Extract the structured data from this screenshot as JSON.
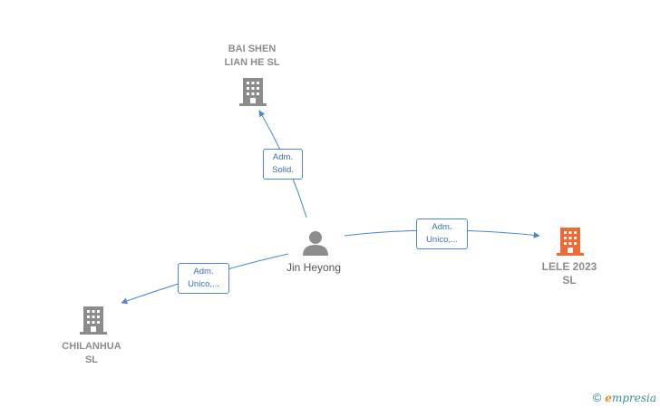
{
  "colors": {
    "edge": "#4a86d4",
    "building": "#8c8c8c",
    "highlight": "#f06a35",
    "person": "#8c8c8c"
  },
  "nodes": {
    "bai_shen": {
      "label": "BAI SHEN\nLIAN HE  SL",
      "icon": "building-icon"
    },
    "jin_heyong": {
      "label": "Jin Heyong",
      "icon": "person-icon"
    },
    "lele": {
      "label": "LELE 2023\nSL",
      "icon": "building-icon"
    },
    "chilanhua": {
      "label": "CHILANHUA\nSL",
      "icon": "building-icon"
    }
  },
  "edges": {
    "to_bai_shen": {
      "label": "Adm.\nSolid."
    },
    "to_lele": {
      "label": "Adm.\nUnico,..."
    },
    "to_chilanhua": {
      "label": "Adm.\nUnico,..."
    }
  },
  "footer": {
    "copyright_symbol": "©",
    "brand_first": "e",
    "brand_rest": "mpresia"
  }
}
